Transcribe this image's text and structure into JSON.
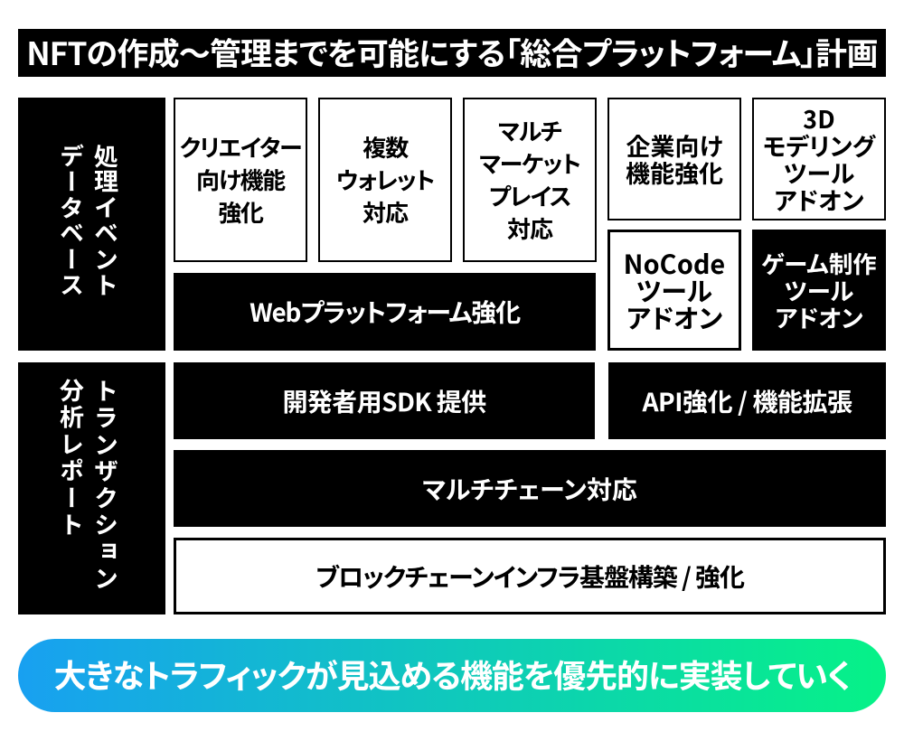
{
  "title_banner": {
    "text": "NFTの作成〜管理までを可能にする「総合プラットフォーム」計画"
  },
  "side_labels": {
    "top": {
      "line1": "処理イベント",
      "line2": "データベース"
    },
    "bottom": {
      "line1": "トランザクション",
      "line2": "分析レポート"
    }
  },
  "feature_boxes": {
    "creator": {
      "lines": [
        "クリエイター",
        "向け機能",
        "強化"
      ]
    },
    "wallet": {
      "lines": [
        "複数",
        "ウォレット",
        "対応"
      ]
    },
    "marketplace": {
      "lines": [
        "マルチ",
        "マーケット",
        "プレイス",
        "対応"
      ]
    },
    "enterprise": {
      "lines": [
        "企業向け",
        "機能強化"
      ]
    },
    "modeling_3d": {
      "lines": [
        "3D",
        "モデリング",
        "ツール",
        "アドオン"
      ]
    },
    "nocode": {
      "lines": [
        "NoCode",
        "ツール",
        "アドオン"
      ]
    },
    "game": {
      "lines": [
        "ゲーム制作",
        "ツール",
        "アドオン"
      ]
    }
  },
  "bars": {
    "web_platform": "Webプラットフォーム強化",
    "sdk": "開発者用SDK 提供",
    "api": "API強化 / 機能拡張",
    "multichain": "マルチチェーン対応",
    "blockchain_infra": "ブロックチェーンインフラ基盤構築 / 強化"
  },
  "footer_pill": {
    "text": "大きなトラフィックが見込める機能を優先的に実装していく",
    "gradient_start": "#18A0F1",
    "gradient_end": "#06F287"
  },
  "colors": {
    "fill_black": "#000000",
    "fill_white": "#ffffff",
    "text_on_black": "#ffffff",
    "text_on_white": "#000000"
  }
}
